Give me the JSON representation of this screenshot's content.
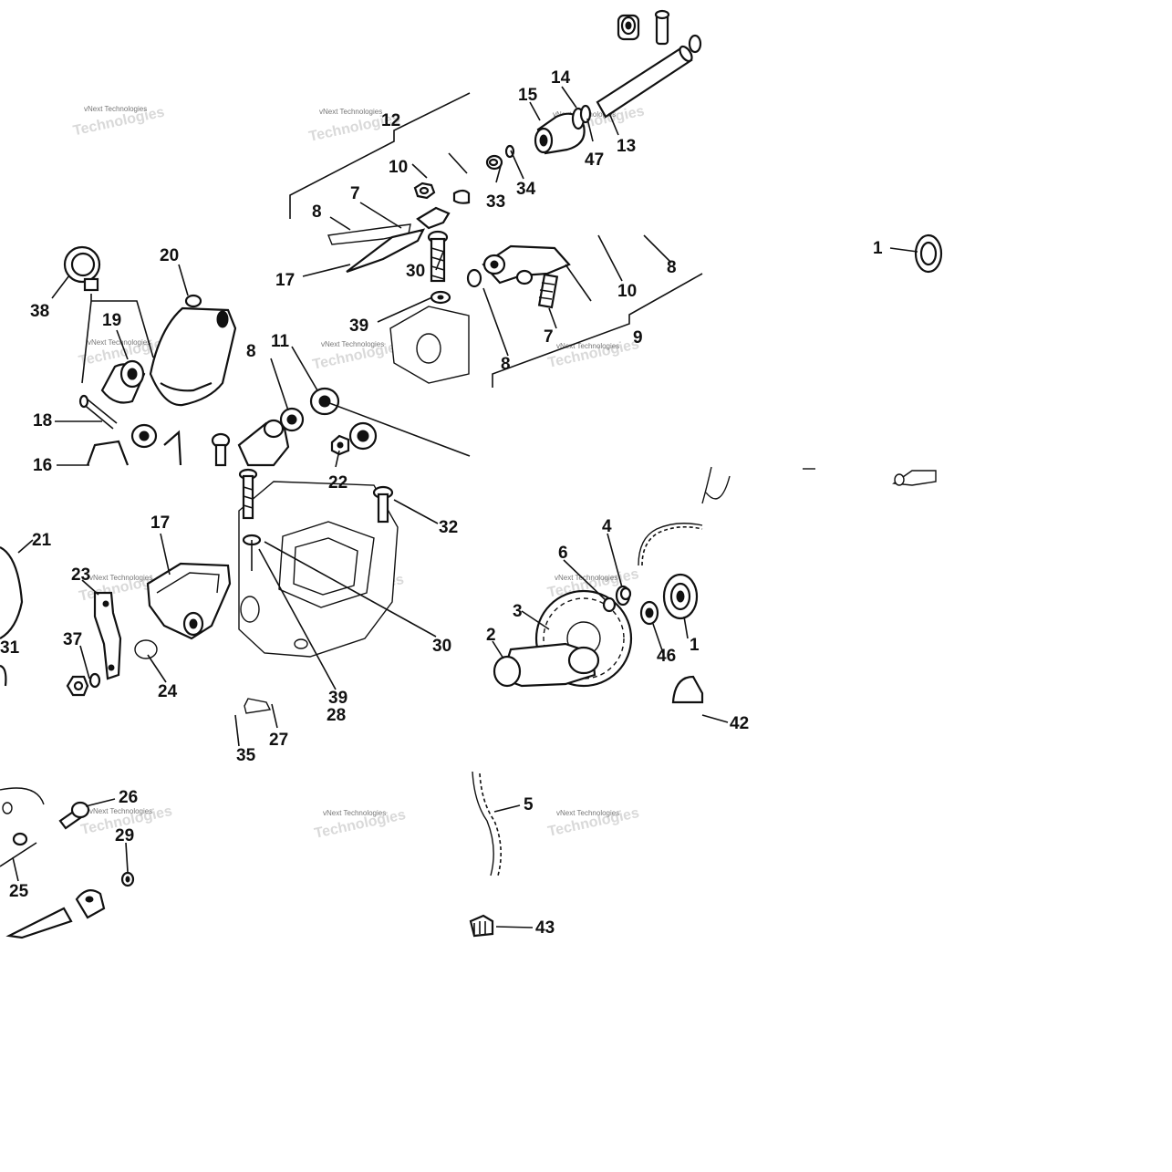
{
  "watermark": {
    "text": "vNext Technologies"
  },
  "callouts": [
    "1",
    "2",
    "3",
    "4",
    "5",
    "6",
    "7",
    "8",
    "9",
    "10",
    "11",
    "12",
    "13",
    "14",
    "15",
    "16",
    "17",
    "18",
    "19",
    "20",
    "21",
    "22",
    "23",
    "24",
    "25",
    "26",
    "27",
    "28",
    "29",
    "30",
    "31",
    "32",
    "33",
    "34",
    "35",
    "37",
    "38",
    "39",
    "42",
    "43",
    "46",
    "47"
  ],
  "tiles": [
    {
      "name": "camshaft-rocker-arm-top",
      "labels": [
        "12",
        "14",
        "15",
        "13",
        "47",
        "10",
        "33",
        "34",
        "8",
        "7"
      ]
    },
    {
      "name": "rocker-holder-top-left",
      "labels": [
        "20",
        "38",
        "19",
        "18",
        "16"
      ]
    },
    {
      "name": "rocker-arm-pivot-center",
      "labels": [
        "17",
        "30",
        "39",
        "8",
        "11",
        "22"
      ]
    },
    {
      "name": "rocker-arm-right",
      "labels": [
        "10",
        "8",
        "7",
        "9",
        "8"
      ]
    },
    {
      "name": "bearing-right-edge",
      "labels": [
        "1"
      ]
    },
    {
      "name": "tensioner-left",
      "labels": [
        "21",
        "23",
        "17",
        "37",
        "24",
        "31"
      ]
    },
    {
      "name": "cylinder-head-center",
      "labels": [
        "32",
        "30",
        "39",
        "28",
        "27",
        "35"
      ]
    },
    {
      "name": "cam-sprocket-chain",
      "labels": [
        "4",
        "6",
        "3",
        "2",
        "46",
        "1",
        "42"
      ]
    },
    {
      "name": "tensioner-guide-bottom-left",
      "labels": [
        "26",
        "29",
        "25"
      ]
    },
    {
      "name": "chain-and-plug-bottom",
      "labels": [
        "5",
        "43"
      ]
    }
  ]
}
